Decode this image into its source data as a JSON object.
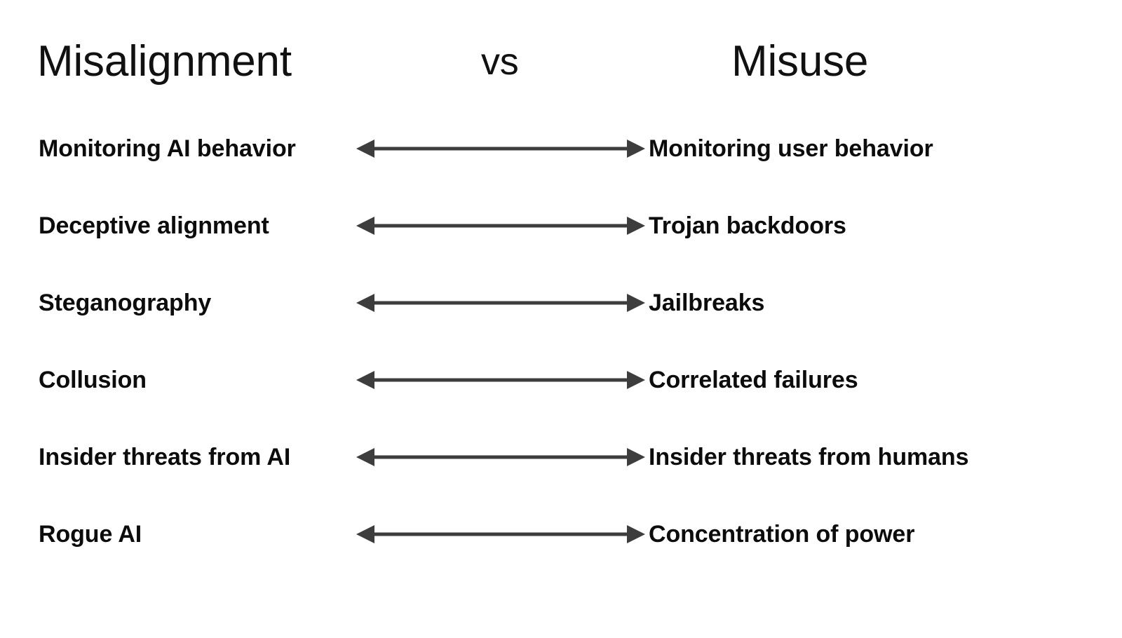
{
  "header": {
    "left_title": "Misalignment",
    "separator": "vs",
    "right_title": "Misuse"
  },
  "diagram": {
    "type": "paired-comparison",
    "arrow_style": "double-headed-horizontal",
    "arrow_color": "#3d3d3d",
    "text_color": "#0c0c0c",
    "background_color": "#ffffff",
    "row_count": 6,
    "rows": [
      {
        "left": "Monitoring AI behavior",
        "right": "Monitoring user behavior",
        "arrow": "double-arrow-icon"
      },
      {
        "left": "Deceptive alignment",
        "right": "Trojan backdoors",
        "arrow": "double-arrow-icon"
      },
      {
        "left": "Steganography",
        "right": "Jailbreaks",
        "arrow": "double-arrow-icon"
      },
      {
        "left": "Collusion",
        "right": "Correlated failures",
        "arrow": "double-arrow-icon"
      },
      {
        "left": "Insider threats from AI",
        "right": "Insider threats from humans",
        "arrow": "double-arrow-icon"
      },
      {
        "left": "Rogue AI",
        "right": "Concentration of power",
        "arrow": "double-arrow-icon"
      }
    ]
  }
}
